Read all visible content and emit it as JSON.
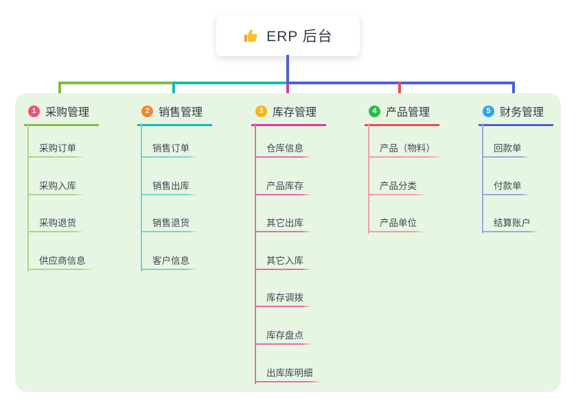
{
  "root": {
    "label": "ERP 后台",
    "icon": "thumbs-up-icon"
  },
  "palette": {
    "connector_blue": "#4b5fd6",
    "panel_bg": "#e7f5e3",
    "green": "#82bb41",
    "teal": "#16b8b4",
    "magenta": "#d9399f",
    "red": "#ef4b50"
  },
  "branches": [
    {
      "index": "1",
      "label": "采购管理",
      "badge_color": "#f25071",
      "line_color": "#82bb41",
      "tint_color": "#afd489",
      "children": [
        "采购订单",
        "采购入库",
        "采购退货",
        "供应商信息"
      ]
    },
    {
      "index": "2",
      "label": "销售管理",
      "badge_color": "#f8812f",
      "line_color": "#16b8b4",
      "tint_color": "#74d5cd",
      "children": [
        "销售订单",
        "销售出库",
        "销售退货",
        "客户信息"
      ]
    },
    {
      "index": "3",
      "label": "库存管理",
      "badge_color": "#f8b40d",
      "line_color": "#d9399f",
      "tint_color": "#ea68ad",
      "children": [
        "仓库信息",
        "产品库存",
        "其它出库",
        "其它入库",
        "库存调拨",
        "库存盘点",
        "出库库明细"
      ]
    },
    {
      "index": "4",
      "label": "产品管理",
      "badge_color": "#2fb950",
      "line_color": "#ef4b50",
      "tint_color": "#f79ba0",
      "children": [
        "产品（物料）",
        "产品分类",
        "产品单位"
      ]
    },
    {
      "index": "5",
      "label": "财务管理",
      "badge_color": "#27a5f5",
      "line_color": "#4b5fd6",
      "tint_color": "#94abdd",
      "children": [
        "回款单",
        "付款单",
        "结算账户"
      ]
    }
  ]
}
